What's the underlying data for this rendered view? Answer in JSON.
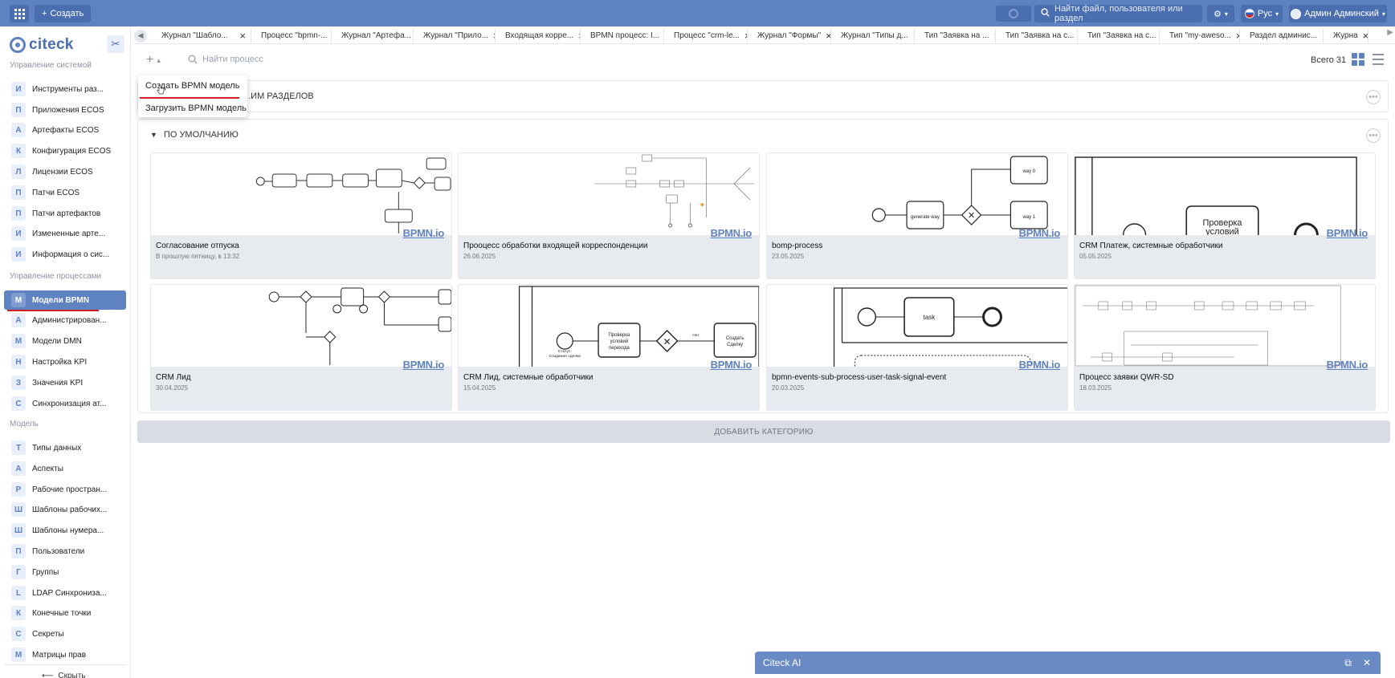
{
  "topbar": {
    "create_label": "Создать",
    "search_placeholder": "Найти файл, пользователя или раздел",
    "language": "Рус",
    "user_name": "Админ Админский"
  },
  "sidebar": {
    "logo_text": "citeck",
    "sections": [
      {
        "title": "Управление системой",
        "items": [
          {
            "letter": "И",
            "label": "Инструменты раз..."
          },
          {
            "letter": "П",
            "label": "Приложения ECOS"
          },
          {
            "letter": "А",
            "label": "Артефакты ECOS"
          },
          {
            "letter": "К",
            "label": "Конфигурация ECOS"
          },
          {
            "letter": "Л",
            "label": "Лицензии ECOS"
          },
          {
            "letter": "П",
            "label": "Патчи ECOS"
          },
          {
            "letter": "П",
            "label": "Патчи артефактов"
          },
          {
            "letter": "И",
            "label": "Измененные арте..."
          },
          {
            "letter": "И",
            "label": "Информация о сис..."
          }
        ]
      },
      {
        "title": "Управление процессами",
        "items": [
          {
            "letter": "М",
            "label": "Модели BPMN"
          },
          {
            "letter": "А",
            "label": "Администрирован..."
          },
          {
            "letter": "М",
            "label": "Модели DMN"
          },
          {
            "letter": "Н",
            "label": "Настройка KPI"
          },
          {
            "letter": "З",
            "label": "Значения KPI"
          },
          {
            "letter": "С",
            "label": "Синхронизация ат..."
          }
        ]
      },
      {
        "title": "Модель",
        "items": [
          {
            "letter": "Т",
            "label": "Типы данных"
          },
          {
            "letter": "А",
            "label": "Аспекты"
          },
          {
            "letter": "Р",
            "label": "Рабочие простран..."
          },
          {
            "letter": "Ш",
            "label": "Шаблоны рабочих..."
          },
          {
            "letter": "Ш",
            "label": "Шаблоны нумера..."
          },
          {
            "letter": "П",
            "label": "Пользователи"
          },
          {
            "letter": "Г",
            "label": "Группы"
          },
          {
            "letter": "L",
            "label": "LDAP Синхрониза..."
          },
          {
            "letter": "К",
            "label": "Конечные точки"
          },
          {
            "letter": "С",
            "label": "Секреты"
          },
          {
            "letter": "М",
            "label": "Матрицы прав"
          }
        ]
      }
    ],
    "hide_label": "Скрыть"
  },
  "tabs": [
    "Журнал \"Шабло...",
    "Процесс \"bpmn-...",
    "Журнал \"Артефа...",
    "Журнал \"Прило...",
    "Входящая корре...",
    "BPMN процесс: I...",
    "Процесс \"crm-le...",
    "Журнал \"Формы\"",
    "Журнал \"Типы д...",
    "Тип \"Заявка на ...",
    "Тип \"Заявка на с...",
    "Тип \"Заявка на с...",
    "Тип \"my-aweso...",
    "Раздел админис...",
    "Журна"
  ],
  "toolbar": {
    "search_placeholder": "Найти процесс",
    "total": "Всего 31"
  },
  "dropdown": {
    "items": [
      "Создать BPMN модель",
      "Загрузить BPMN модель"
    ]
  },
  "categories": {
    "first_title": "...ИМ РАЗДЕЛОВ",
    "default_title": "ПО УМОЛЧАНИЮ"
  },
  "bpmn_logo": "BPMN.io",
  "cards": [
    {
      "title": "Согласование отпуска",
      "date": "В прошлую пятницу, в 13:32"
    },
    {
      "title": "Проoцесс обработки входящей корреспонденции",
      "date": "26.06.2025"
    },
    {
      "title": "bomp-process",
      "date": "23.05.2025"
    },
    {
      "title": "CRM Платеж, системные обработчики",
      "date": "05.05.2025"
    },
    {
      "title": "CRM Лид",
      "date": "30.04.2025"
    },
    {
      "title": "CRM Лид, системные обработчики",
      "date": "15.04.2025"
    },
    {
      "title": "bpmn-events-sub-process-user-task-signal-event",
      "date": "20.03.2025"
    },
    {
      "title": "Процесс заявки QWR-SD",
      "date": "18.03.2025"
    }
  ],
  "preview_text": {
    "way0": "way 0",
    "way1": "way 1",
    "generate_way": "generate way",
    "check": "Проверка",
    "conditions": "условий",
    "task": "task",
    "check_transition_1": "Проверка",
    "check_transition_2": "условий",
    "check_transition_3": "перехода",
    "create_deal_1": "Создать",
    "create_deal_2": "Сделку",
    "no": "Нет",
    "status_1": "Статус:",
    "status_2": "Создание сделки"
  },
  "add_category_label": "ДОБАВИТЬ КАТЕГОРИЮ",
  "ai_widget": {
    "title": "Citeck AI"
  },
  "colors": {
    "brand": "#5f82c0",
    "brand_dark": "#4a6eb0",
    "highlight": "#d32020"
  }
}
